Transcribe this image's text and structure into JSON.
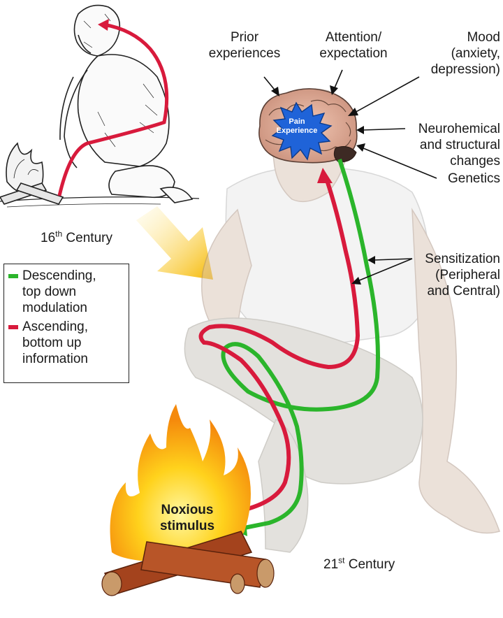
{
  "colors": {
    "descending": "#2bb52b",
    "ascending": "#d81a3c",
    "pain_star": "#1f63d8",
    "flame": "#f7a11a",
    "arrow_gradient": "#f6b800"
  },
  "labels": {
    "prior": "Prior\nexperiences",
    "attention": "Attention/\nexpectation",
    "mood": "Mood\n(anxiety,\ndepression)",
    "neuro": "Neurohemical\nand structural\nchanges",
    "genetics": "Genetics",
    "sensitization": "Sensitization\n(Peripheral\nand Central)",
    "noxious": "Noxious\nstimulus",
    "pain_experience": "Pain\nExperience",
    "century_16_num": "16",
    "century_16_sup": "th",
    "century_16_word": " Century",
    "century_21_num": "21",
    "century_21_sup": "st",
    "century_21_word": " Century"
  },
  "legend": {
    "descending": "Descending,\ntop down\nmodulation",
    "ascending": "Ascending,\nbottom up\ninformation"
  }
}
